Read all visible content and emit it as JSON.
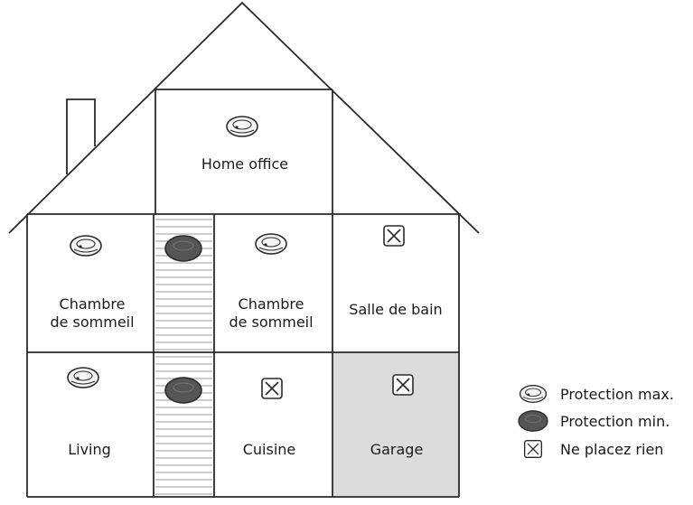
{
  "colors": {
    "line": "#2a2a2a",
    "garage_fill": "#dcdcdc",
    "detector_max_fill": "#f4f4f4",
    "detector_min_fill": "#555555",
    "background": "#ffffff"
  },
  "rooms": {
    "home_office": "Home office",
    "bedroom_left_line1": "Chambre",
    "bedroom_left_line2": "de sommeil",
    "bedroom_right_line1": "Chambre",
    "bedroom_right_line2": "de sommeil",
    "bathroom": "Salle de bain",
    "living": "Living",
    "kitchen": "Cuisine",
    "garage": "Garage"
  },
  "legend": {
    "max": {
      "label": "Protection max.",
      "icon": "smoke-detector-max-icon"
    },
    "min": {
      "label": "Protection min.",
      "icon": "smoke-detector-min-icon"
    },
    "none": {
      "label": "Ne placez rien",
      "icon": "no-place-icon"
    }
  }
}
